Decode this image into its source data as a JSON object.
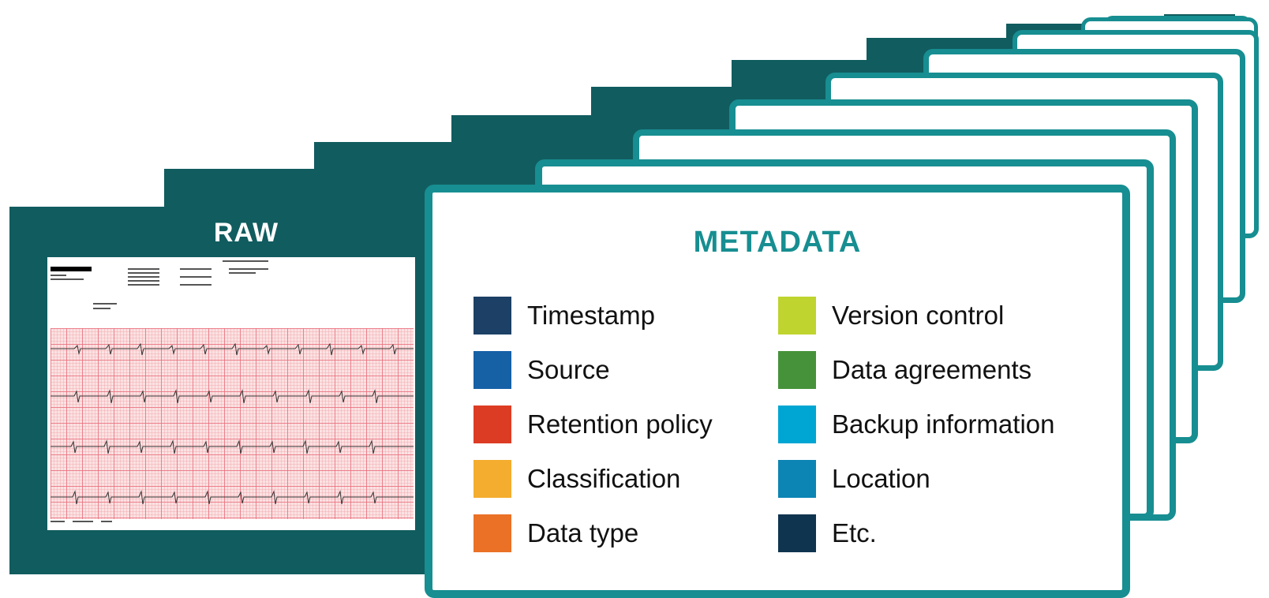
{
  "raw": {
    "title": "RAW"
  },
  "metadata": {
    "title": "METADATA",
    "items": [
      {
        "label": "Timestamp",
        "color": "#1c4066"
      },
      {
        "label": "Source",
        "color": "#1660a6"
      },
      {
        "label": "Retention policy",
        "color": "#dd3c24"
      },
      {
        "label": "Classification",
        "color": "#f4ad2e"
      },
      {
        "label": "Data type",
        "color": "#ea7126"
      },
      {
        "label": "Version control",
        "color": "#bfd42e"
      },
      {
        "label": "Data agreements",
        "color": "#46923a"
      },
      {
        "label": "Backup information",
        "color": "#00a6d3"
      },
      {
        "label": "Location",
        "color": "#0c85b4"
      },
      {
        "label": "Etc.",
        "color": "#0f3450"
      }
    ]
  },
  "colors": {
    "raw_card": "#115c5f",
    "meta_border": "#178e91",
    "meta_title": "#178e91"
  }
}
